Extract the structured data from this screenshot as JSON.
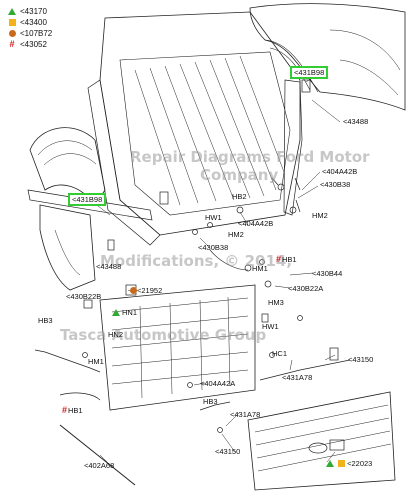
{
  "legend": [
    {
      "symbol": "green-triangle",
      "code": "<43170"
    },
    {
      "symbol": "yellow-square",
      "code": "<43400"
    },
    {
      "symbol": "brown-circle",
      "code": "<107B72"
    },
    {
      "symbol": "red-hash",
      "code": "<43052"
    }
  ],
  "watermark": {
    "line1": "Repair Diagrams Ford Motor",
    "line2": "Company",
    "line3": "Modifications, © 2014,",
    "line4": "Tasca Automotive Group"
  },
  "labels": {
    "c431B98_top": "<431B98",
    "c431B98_left": "<431B98",
    "c43488_right": "<43488",
    "c404A42B_right": "<404A42B",
    "c430B38_right": "<430B38",
    "hb2": "HB2",
    "hw1_top": "HW1",
    "c404A42B_mid": "<404A42B",
    "hm2_left": "HM2",
    "hm2_right": "HM2",
    "c430B38_mid": "<430B38",
    "c43488_left": "<43488",
    "hm1_mid": "HM1",
    "hb1_mid": "HB1",
    "c430B44": "<430B44",
    "c430B22A": "<430B22A",
    "c430B22B": "<430B22B",
    "c21952": "<21952",
    "hb3_left": "HB3",
    "hn1": "HN1",
    "hn2": "HN2",
    "hm3": "HM3",
    "hw1_right": "HW1",
    "hc1": "HC1",
    "hm1_left": "HM1",
    "c43150_right": "<43150",
    "c431A78_right": "<431A78",
    "c404A42A": "<404A42A",
    "hb3_bottom": "HB3",
    "c431A78_mid": "<431A78",
    "hb1_left": "HB1",
    "c43150_bottom": "<43150",
    "c402A68": "<402A68",
    "c22023": "<22023"
  }
}
